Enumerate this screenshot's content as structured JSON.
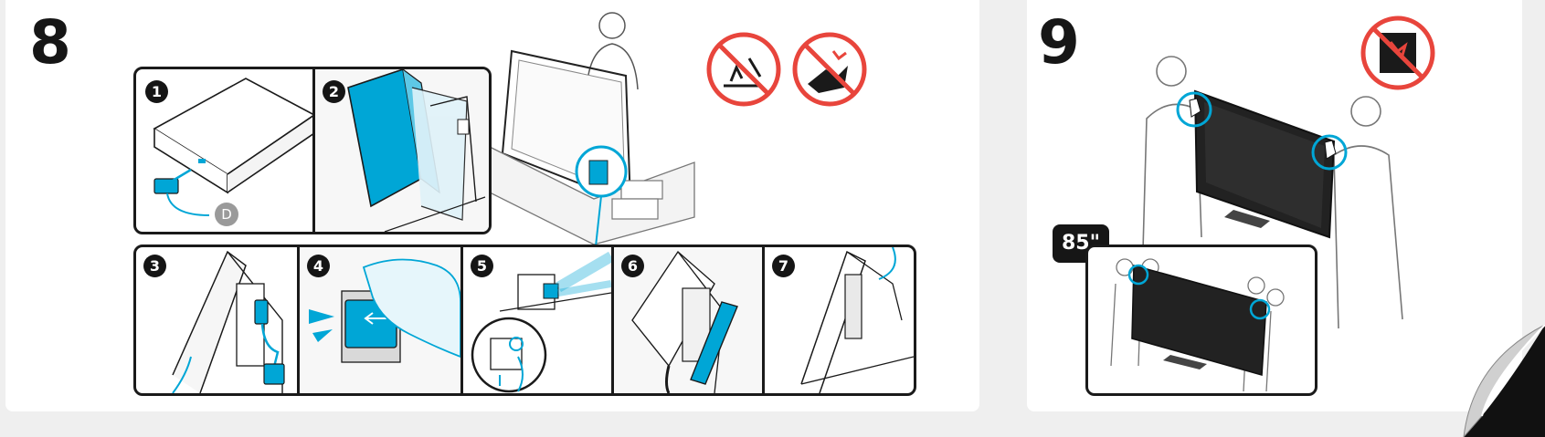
{
  "step8": {
    "number": "8",
    "panel_labels": [
      "1",
      "2",
      "3",
      "4",
      "5",
      "6",
      "7"
    ],
    "connector_label": "D",
    "warning_icons": [
      "no-sharp-objects-icon",
      "no-pressing-screen-icon"
    ]
  },
  "step9": {
    "number": "9",
    "size_label": "85\"",
    "warning_icons": [
      "no-touching-screen-icon"
    ]
  },
  "colors": {
    "accent": "#00a6d6",
    "warning": "#e8453c",
    "ink": "#1a1a1a"
  }
}
